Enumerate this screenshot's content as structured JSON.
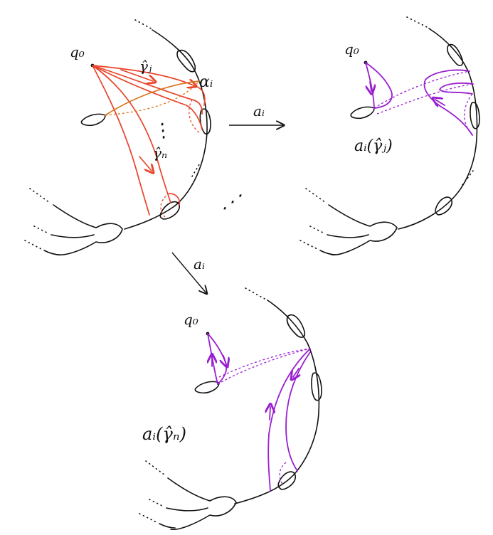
{
  "colors": {
    "ink": "#111111",
    "curve_red": "#e8442a",
    "curve_orange": "#d8741c",
    "curve_purple": "#9a1fd0"
  },
  "labels": {
    "basepoint": "q₀",
    "gamma_j": "γ̂ⱼ",
    "gamma_n": "γ̂ₙ",
    "alpha_i": "αᵢ",
    "map_right": "aᵢ",
    "map_down": "aᵢ",
    "image_gamma_j": "aᵢ(γ̂ⱼ)",
    "image_gamma_n": "aᵢ(γ̂ₙ)",
    "vertical_dots": "⋮",
    "diagonal_dots": "⋰"
  }
}
